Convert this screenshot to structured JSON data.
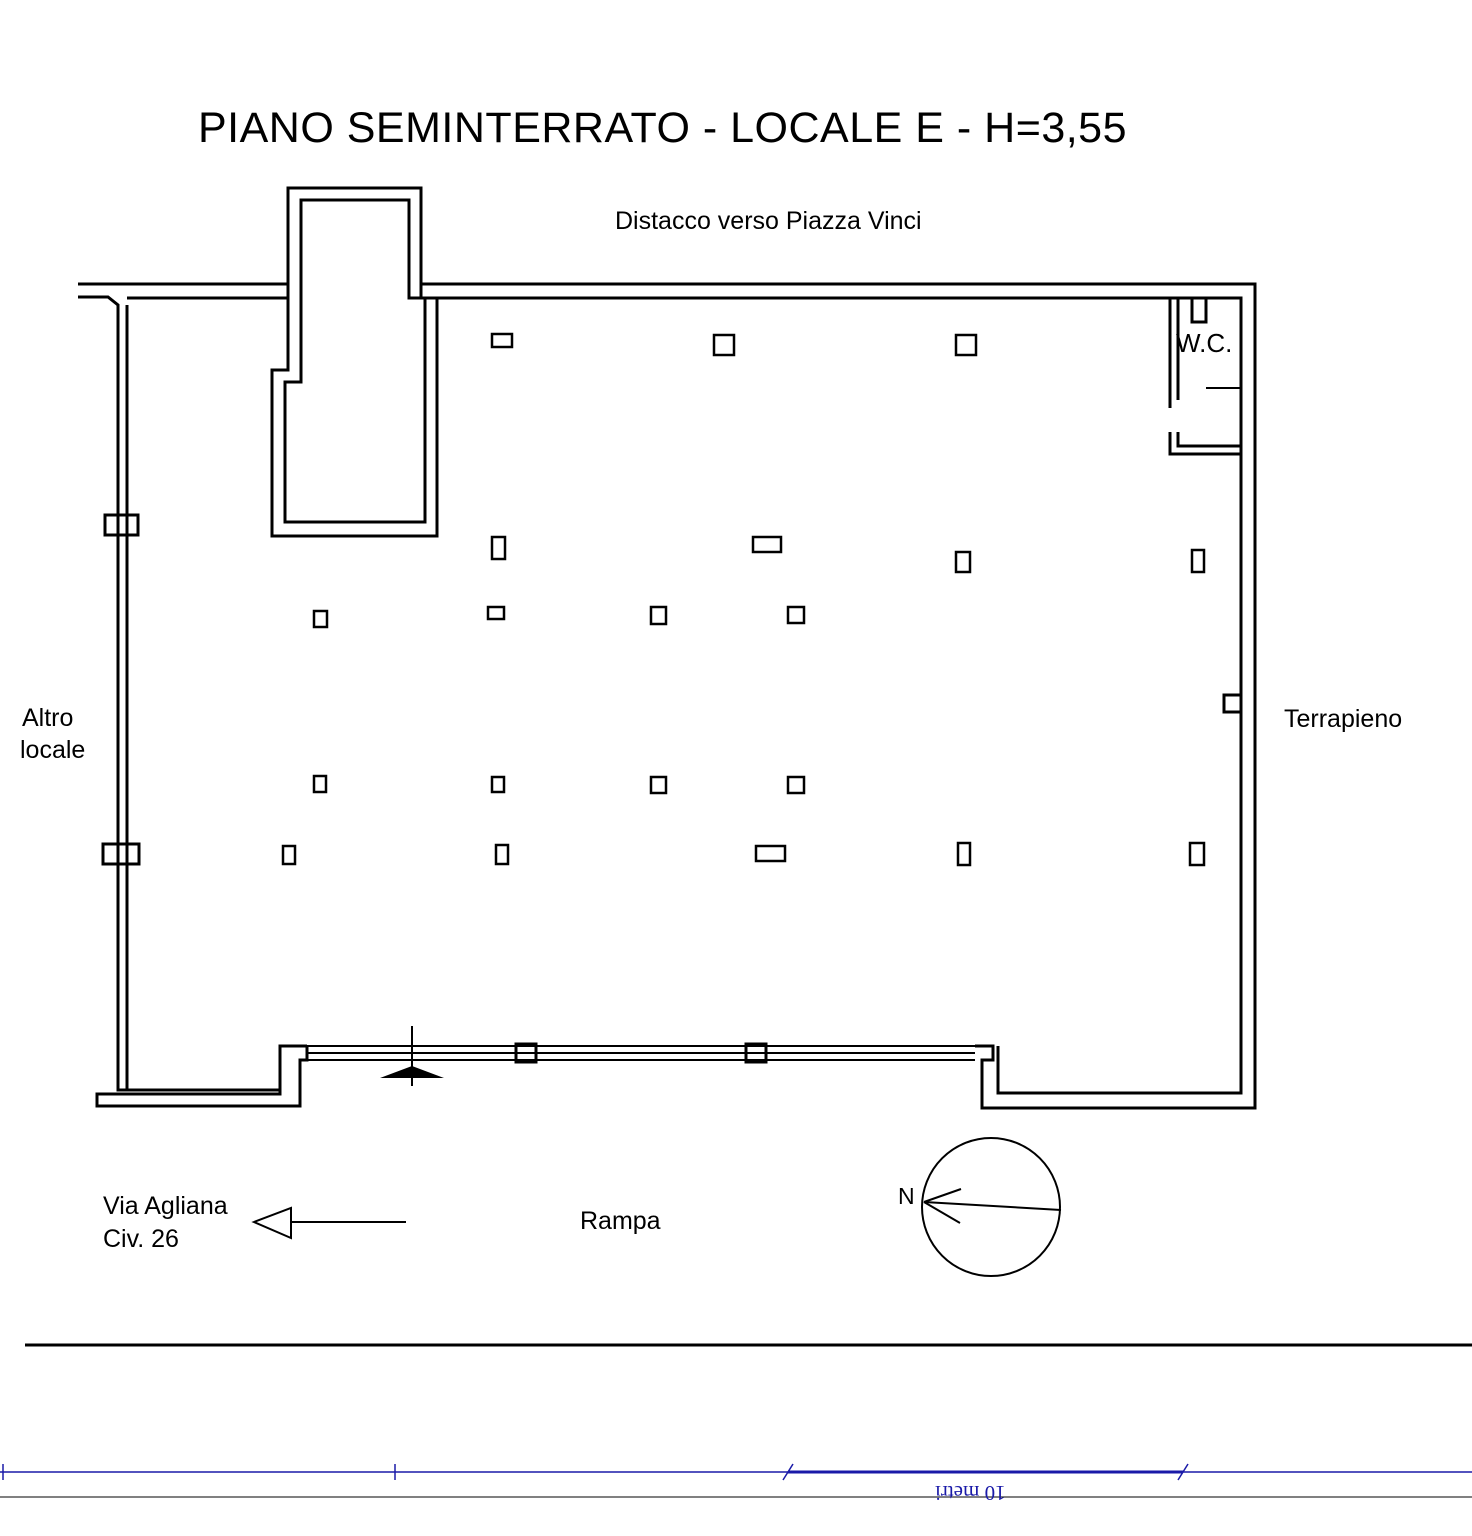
{
  "title": "PIANO SEMINTERRATO - LOCALE E - H=3,55",
  "labels": {
    "top": "Distacco verso Piazza Vinci",
    "wc": "W.C.",
    "left_line1": "Altro",
    "left_line2": "locale",
    "right": "Terrapieno",
    "street_line1": "Via Agliana",
    "street_line2": "Civ. 26",
    "ramp": "Rampa",
    "north": "N"
  },
  "scale": {
    "label": "10 metri"
  },
  "colors": {
    "ink": "#000000",
    "scale_blue": "#1a1aa8"
  }
}
